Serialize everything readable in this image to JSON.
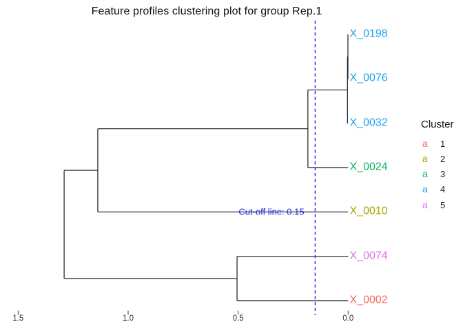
{
  "chart_data": {
    "type": "dendrogram",
    "title": "Feature profiles clustering plot for group Rep.1",
    "orientation": "horizontal, merge height increases to the left, leaves at right",
    "line_color": "#1c1c1c",
    "height_axis": {
      "ticks": [
        {
          "label": "1.5",
          "value": 1.5
        },
        {
          "label": "1.0",
          "value": 1.0
        },
        {
          "label": "0.5",
          "value": 0.5
        },
        {
          "label": "0.0",
          "value": 0.0
        }
      ],
      "range": [
        1.55,
        -0.02
      ],
      "grid": false
    },
    "cutoff": {
      "label": "Cut-off line: 0.15",
      "value": 0.15,
      "color": "#2222ee",
      "style": "dashed"
    },
    "leaves": [
      {
        "label": "X_0198",
        "cluster": 4,
        "color": "#1e9ff2"
      },
      {
        "label": "X_0076",
        "cluster": 4,
        "color": "#1e9ff2"
      },
      {
        "label": "X_0032",
        "cluster": 4,
        "color": "#1e9ff2"
      },
      {
        "label": "X_0024",
        "cluster": 3,
        "color": "#0cb75f"
      },
      {
        "label": "X_0010",
        "cluster": 2,
        "color": "#a3a500"
      },
      {
        "label": "X_0074",
        "cluster": 5,
        "color": "#e26de7"
      },
      {
        "label": "X_0002",
        "cluster": 1,
        "color": "#f8685e"
      }
    ],
    "merges": [
      {
        "id": "n1",
        "a": "X_0198",
        "b": "X_0076",
        "height": 0.001
      },
      {
        "id": "n2",
        "a": "n1",
        "b": "X_0032",
        "height": 0.003
      },
      {
        "id": "n3",
        "a": "n2",
        "b": "X_0024",
        "height": 0.183
      },
      {
        "id": "n4",
        "a": "X_0074",
        "b": "X_0002",
        "height": 0.505
      },
      {
        "id": "n5",
        "a": "n3",
        "b": "X_0010",
        "height": 1.138
      },
      {
        "id": "n6",
        "a": "n5",
        "b": "n4",
        "height": 1.291
      }
    ],
    "legend": {
      "title": "Cluster",
      "key_glyph": "a",
      "position": "right",
      "items": [
        {
          "label": "1",
          "color": "#f8685e"
        },
        {
          "label": "2",
          "color": "#a3a500"
        },
        {
          "label": "3",
          "color": "#0cb75f"
        },
        {
          "label": "4",
          "color": "#1e9ff2"
        },
        {
          "label": "5",
          "color": "#e26de7"
        }
      ]
    }
  }
}
